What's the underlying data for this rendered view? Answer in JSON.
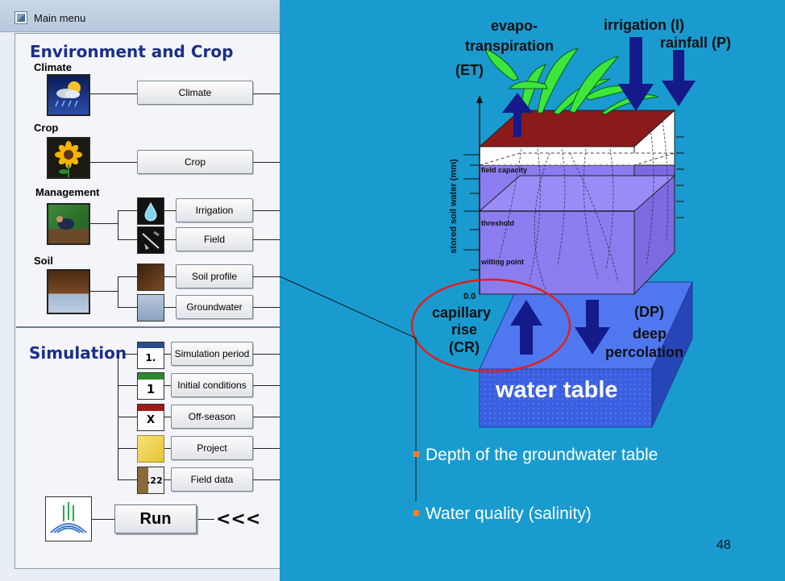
{
  "window": {
    "title": "Main menu"
  },
  "menu": {
    "section_env": "Environment and Crop",
    "climate_label": "Climate",
    "climate_button": "Climate",
    "crop_label": "Crop",
    "crop_button": "Crop",
    "management_label": "Management",
    "irrigation_button": "Irrigation",
    "field_button": "Field",
    "soil_label": "Soil",
    "soil_profile_button": "Soil profile",
    "groundwater_button": "Groundwater",
    "section_sim": "Simulation",
    "simulation_period_button": "Simulation period",
    "initial_conditions_button": "Initial conditions",
    "off_season_button": "Off-season",
    "project_button": "Project",
    "field_data_button": "Field data",
    "run_button": "Run",
    "run_arrows": "<<<",
    "icon_sim_period": "1.",
    "icon_initial": "1",
    "icon_offseason": "X",
    "icon_fielddata": ".22"
  },
  "slide": {
    "et_line1": "evapo-",
    "et_line2": "transpiration",
    "et_abbr": "(ET)",
    "irrigation": "irrigation (I)",
    "rainfall": "rainfall (P)",
    "yaxis": "stored soil water (mm)",
    "field_capacity": "field capacity",
    "threshold": "threshold",
    "wilting_point": "wilting point",
    "zero": "0.0",
    "cap_line1": "capillary",
    "cap_line2": "rise",
    "cap_line3": "(CR)",
    "dp": "(DP)",
    "deep1": "deep",
    "deep2": "percolation",
    "water_table": "water table",
    "bullet1": "Depth of the groundwater table",
    "bullet2": "Water quality (salinity)",
    "page": "48"
  },
  "colors": {
    "slide_bg": "#199bd0",
    "header_text": "#1a2f8a",
    "soil_box": "#8b7cf0",
    "soil_top": "#8b1a1a",
    "arrow": "#1a1f8a",
    "circle": "#e0201c",
    "water_table": "#3a5fe0",
    "bullet_dot": "#ff7f2a"
  },
  "icons": [
    "app-icon",
    "climate-icon",
    "sunflower-icon",
    "management-icon",
    "water-drop-icon",
    "field-icon",
    "soil-icon",
    "groundwater-icon",
    "calendar-icon",
    "note-icon",
    "field-data-icon",
    "aquacrop-logo-icon"
  ]
}
